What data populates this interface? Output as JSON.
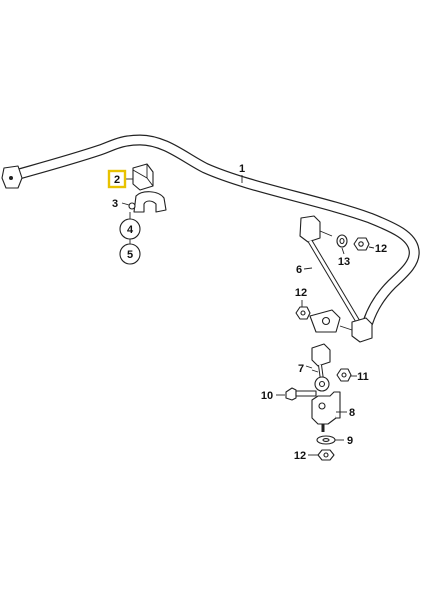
{
  "diagram": {
    "highlight_color": "#e8c200",
    "callouts": {
      "c1": "1",
      "c2": "2",
      "c3": "3",
      "c4": "4",
      "c5": "5",
      "c6": "6",
      "c7": "7",
      "c8": "8",
      "c9": "9",
      "c10": "10",
      "c11": "11",
      "c12a": "12",
      "c12b": "12",
      "c12c": "12",
      "c13": "13"
    }
  }
}
